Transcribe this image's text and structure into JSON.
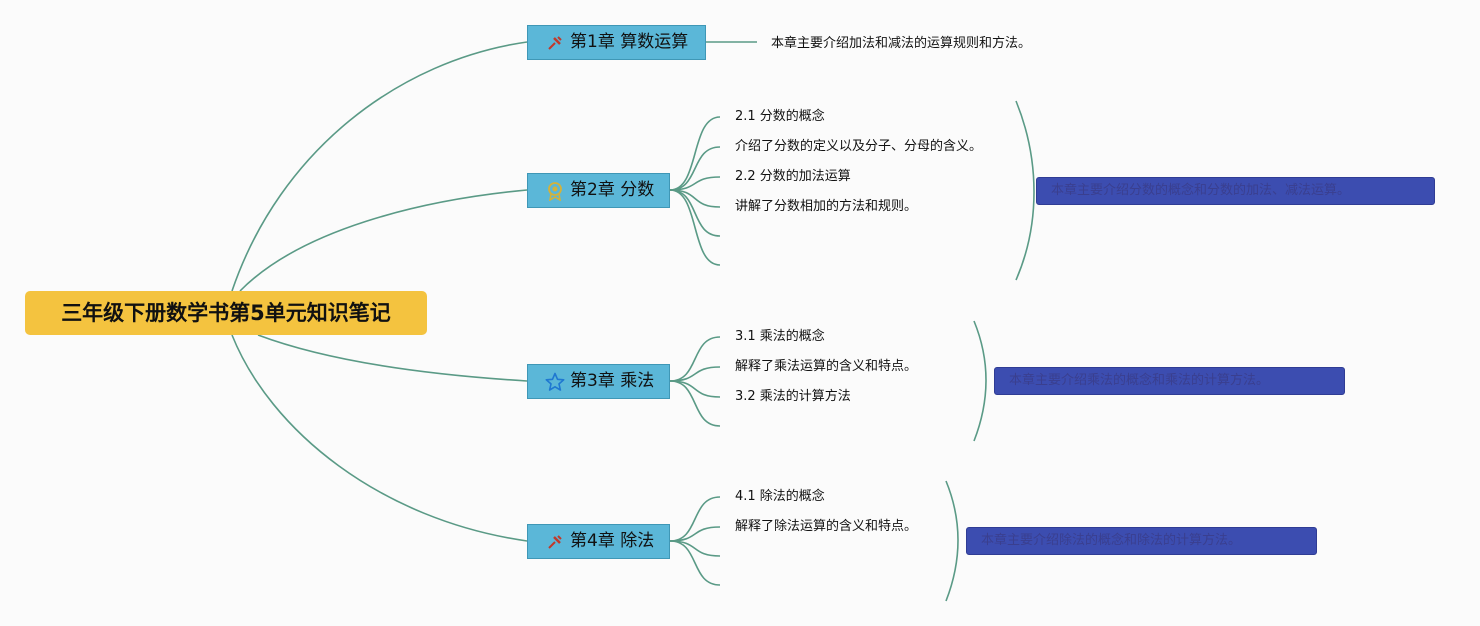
{
  "colors": {
    "root_bg": "#f4c33f",
    "chapter_bg": "#5bb7d8",
    "summary_bg": "#3c4db0",
    "connector": "#5a9a86"
  },
  "root": {
    "label": "三年级下册数学书第5单元知识笔记"
  },
  "chapters": [
    {
      "label": "第1章 算数运算",
      "icon": "pin-icon",
      "leaves": [
        "本章主要介绍加法和减法的运算规则和方法。"
      ],
      "summary": ""
    },
    {
      "label": "第2章 分数",
      "icon": "medal-icon",
      "leaves": [
        "2.1 分数的概念",
        "介绍了分数的定义以及分子、分母的含义。",
        "2.2 分数的加法运算",
        "讲解了分数相加的方法和规则。",
        "",
        ""
      ],
      "summary": "本章主要介绍分数的概念和分数的加法、减法运算。"
    },
    {
      "label": "第3章 乘法",
      "icon": "star-icon",
      "leaves": [
        "3.1 乘法的概念",
        "解释了乘法运算的含义和特点。",
        "3.2 乘法的计算方法",
        ""
      ],
      "summary": "本章主要介绍乘法的概念和乘法的计算方法。"
    },
    {
      "label": "第4章 除法",
      "icon": "pin-icon",
      "leaves": [
        "4.1 除法的概念",
        "解释了除法运算的含义和特点。",
        "",
        ""
      ],
      "summary": "本章主要介绍除法的概念和除法的计算方法。"
    }
  ]
}
